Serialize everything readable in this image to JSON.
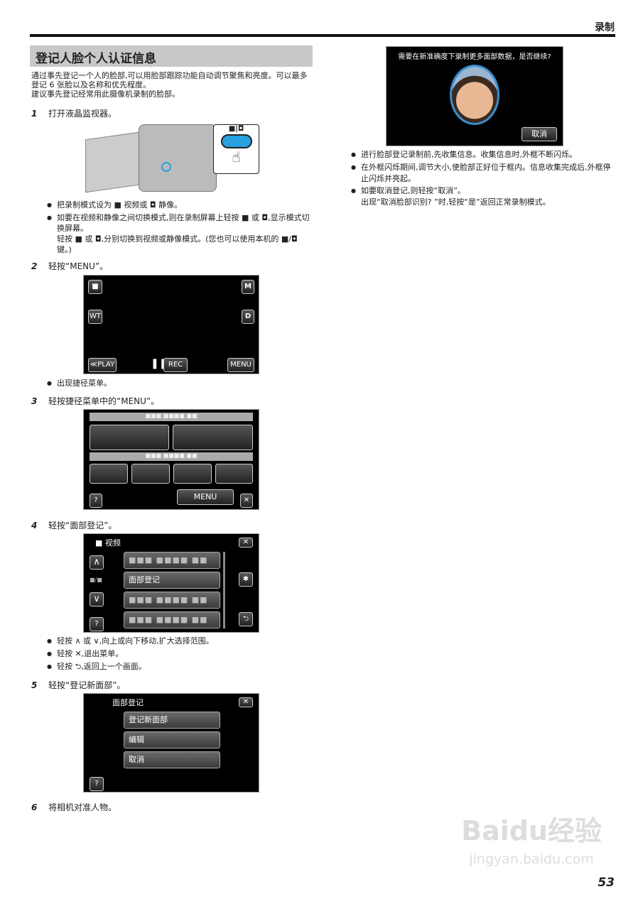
{
  "header": {
    "section": "录制",
    "page_number": "53"
  },
  "title": "登记人脸个人认证信息",
  "intro": [
    "通过事先登记一个人的脸部,可以用脸部跟踪功能自动调节聚焦和亮度。可以最多登记 6 张脸以及名称和优先程度。",
    "建议事先登记经常用此摄像机录制的脸部。"
  ],
  "steps": [
    {
      "num": "1",
      "text": "打开液晶监视器。",
      "bullets": [
        "把录制模式设为 ■ 视频或 ◘ 静像。",
        "如要在视频和静像之间切换模式,则在录制屏幕上轻按 ■ 或 ◘,显示模式切换屏幕。\n轻按 ■ 或 ◘,分别切换到视频或静像模式。(您也可以使用本机的 ■/◘ 键。)"
      ]
    },
    {
      "num": "2",
      "text": "轻按“MENU”。",
      "bullets": [
        "出现捷径菜单。"
      ]
    },
    {
      "num": "3",
      "text": "轻按捷径菜单中的“MENU”。"
    },
    {
      "num": "4",
      "text": "轻按“面部登记”。",
      "bullets": [
        "轻按 ∧ 或 ∨,向上或向下移动,扩大选择范围。",
        "轻按 ✕,退出菜单。",
        "轻按 ⮌,返回上一个画面。"
      ]
    },
    {
      "num": "5",
      "text": "轻按“登记新面部”。"
    },
    {
      "num": "6",
      "text": "将相机对准人物。"
    }
  ],
  "camera_screen": {
    "mode_label": "■|◘"
  },
  "screen_rec": {
    "play": "≪PLAY",
    "rec": "REC",
    "menu": "MENU",
    "m": "M",
    "d": "D",
    "wt": "WT"
  },
  "screen_shortcut": {
    "menu": "MENU",
    "help": "?",
    "close": "✕",
    "blurred": "■■■ ■■■■ ■■"
  },
  "screen_video_menu": {
    "title": "视频",
    "item": "面部登记",
    "blurred": "■■■ ■■■■ ■■",
    "page": "■/■",
    "help": "?"
  },
  "screen_face_menu": {
    "title": "面部登记",
    "items": [
      "登记新面部",
      "编辑",
      "取消"
    ],
    "help": "?"
  },
  "screen_confirm": {
    "prompt": "需要在新准确度下录制更多面部数据，是否继续?",
    "cancel": "取消"
  },
  "right_bullets": [
    "进行脸部登记录制前,先收集信息。收集信息时,外框不断闪烁。",
    "在外框闪烁期间,调节大小,使脸部正好位于框内。信息收集完成后,外框停止闪烁并亮起。",
    "如要取消登记,则轻按“取消”。\n出现“取消脸部识别? ”时,轻按“是”返回正常录制模式。"
  ],
  "watermark": {
    "brand": "Baidu经验",
    "url": "jingyan.baidu.com"
  },
  "colors": {
    "title_bar": "#c8c8c8",
    "face_frame": "#3a8fd0"
  }
}
